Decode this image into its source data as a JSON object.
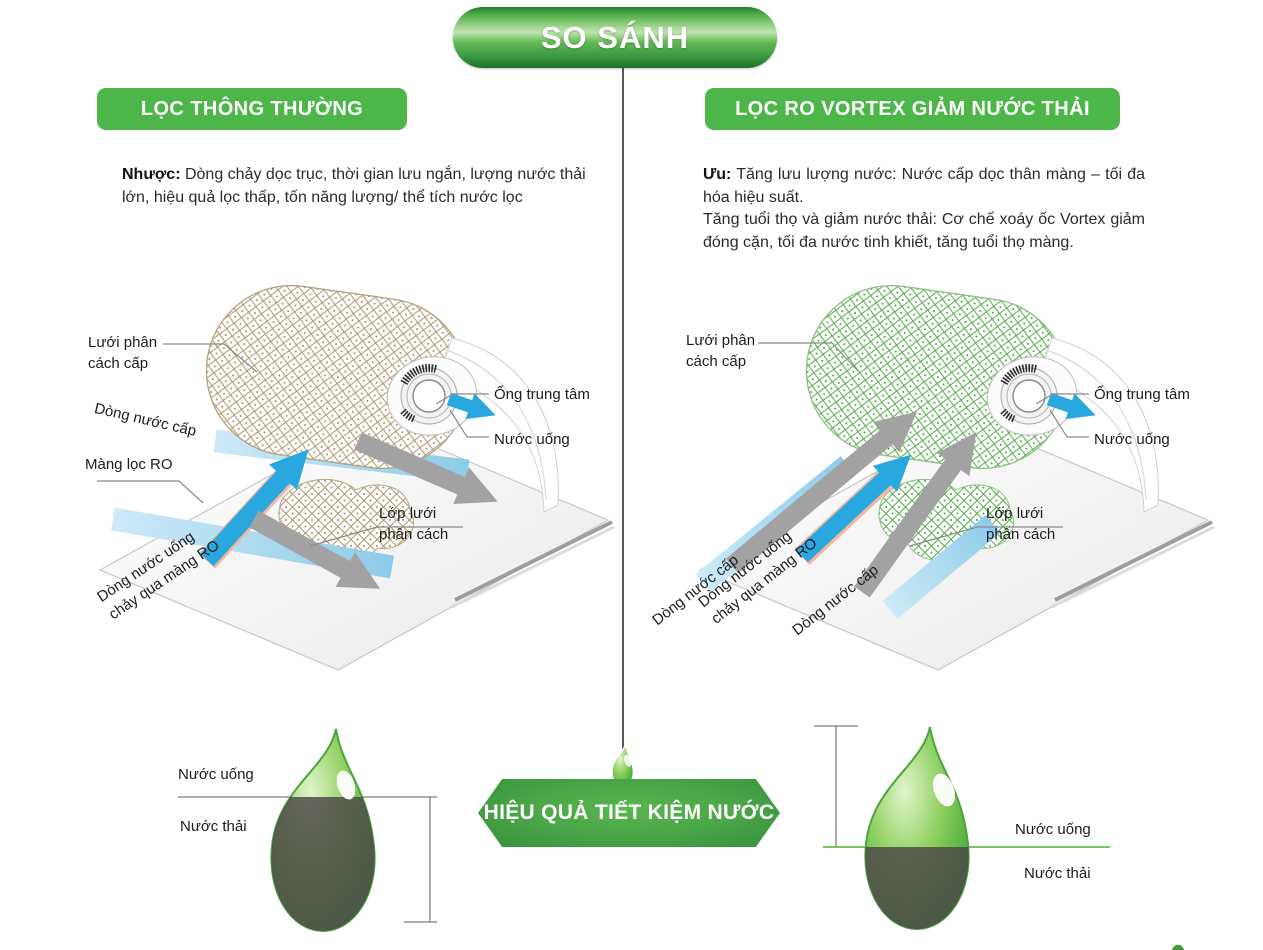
{
  "title": "SO SÁNH",
  "left_panel": {
    "header": "LỌC THÔNG THƯỜNG",
    "desc_label": "Nhược:",
    "desc_text": " Dòng chảy dọc trục, thời gian lưu ngắn, lượng nước thải lớn, hiệu quả lọc thấp, tốn năng lượng/ thể tích nước lọc",
    "labels": {
      "feed_mesh": "Lưới phân\ncách cấp",
      "feed_flow": "Dòng nước cấp",
      "membrane": "Màng lọc RO",
      "center_tube": "Ống trung tâm",
      "drink_water": "Nước uống",
      "mesh_layer": "Lớp lưới\nphân cách",
      "permeate_flow": "Dòng nước uống\nchảy qua màng RO"
    },
    "drop": {
      "top_label": "Nước uống",
      "bottom_label": "Nước thải"
    }
  },
  "right_panel": {
    "header": "LỌC RO VORTEX GIẢM NƯỚC THẢI",
    "desc_label": "Ưu:",
    "desc_text": " Tăng lưu lượng nước: Nước cấp dọc thân màng – tối đa hóa hiệu suất.\nTăng tuổi thọ và giảm nước thải: Cơ chế xoáy ốc Vortex giảm đóng cặn, tối đa nước tinh khiết, tăng tuổi thọ màng.",
    "labels": {
      "feed_mesh": "Lưới phân\ncách cấp",
      "center_tube": "Ống trung tâm",
      "drink_water": "Nước uống",
      "mesh_layer": "Lớp lưới\nphân cách",
      "feed_flow_left": "Dòng nước cấp",
      "permeate_flow": "Dòng nước uống\nchảy qua màng RO",
      "feed_flow_right": "Dòng nước cấp"
    },
    "drop": {
      "top_label": "Nước uống",
      "bottom_label": "Nước thải"
    }
  },
  "footer": {
    "banner": "HIỆU QUẢ TIẾT KIỆM NƯỚC"
  },
  "colors": {
    "accent_green": "#4cb648",
    "pattern_left": "#b49a6f",
    "pattern_right": "#5ab04e",
    "arrow_blue": "#29a8e0",
    "arrow_gray": "#a2a2a2",
    "drop_waste_gray": "#4e4a49"
  }
}
